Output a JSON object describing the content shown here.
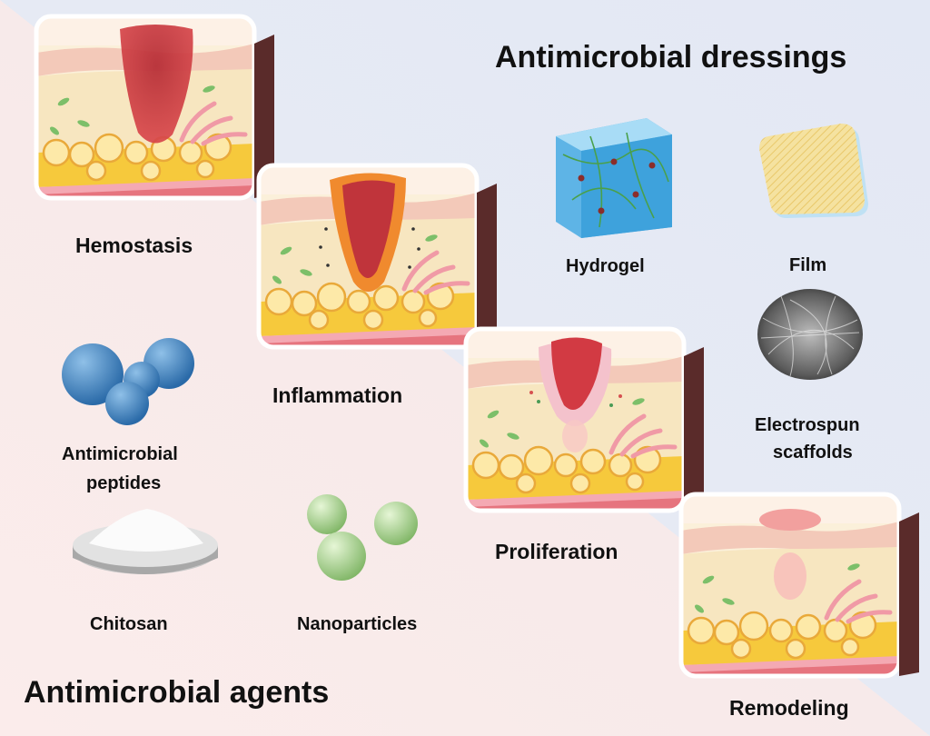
{
  "titles": {
    "dressings": "Antimicrobial dressings",
    "agents": "Antimicrobial agents"
  },
  "stages": {
    "hemostasis": "Hemostasis",
    "inflammation": "Inflammation",
    "proliferation": "Proliferation",
    "remodeling": "Remodeling"
  },
  "dressings": {
    "hydrogel": "Hydrogel",
    "film": "Film",
    "electrospun_line1": "Electrospun",
    "electrospun_line2": "scaffolds"
  },
  "agents": {
    "peptides_line1": "Antimicrobial",
    "peptides_line2": "peptides",
    "chitosan": "Chitosan",
    "nanoparticles": "Nanoparticles"
  },
  "colors": {
    "background_top_right": "#e3e8f4",
    "background_bottom_left": "#fbeceb",
    "skin_epidermis": "#f3c9b9",
    "dermis": "#f7e6c0",
    "fat_yellow": "#f6c93c",
    "wound_red": "#c8333a",
    "hydrogel_blue": "#7fc6ea",
    "film_yellow": "#f4dc8f",
    "nanoparticle_green": "#a8d48c",
    "peptide_blue": "#3d82bd"
  }
}
